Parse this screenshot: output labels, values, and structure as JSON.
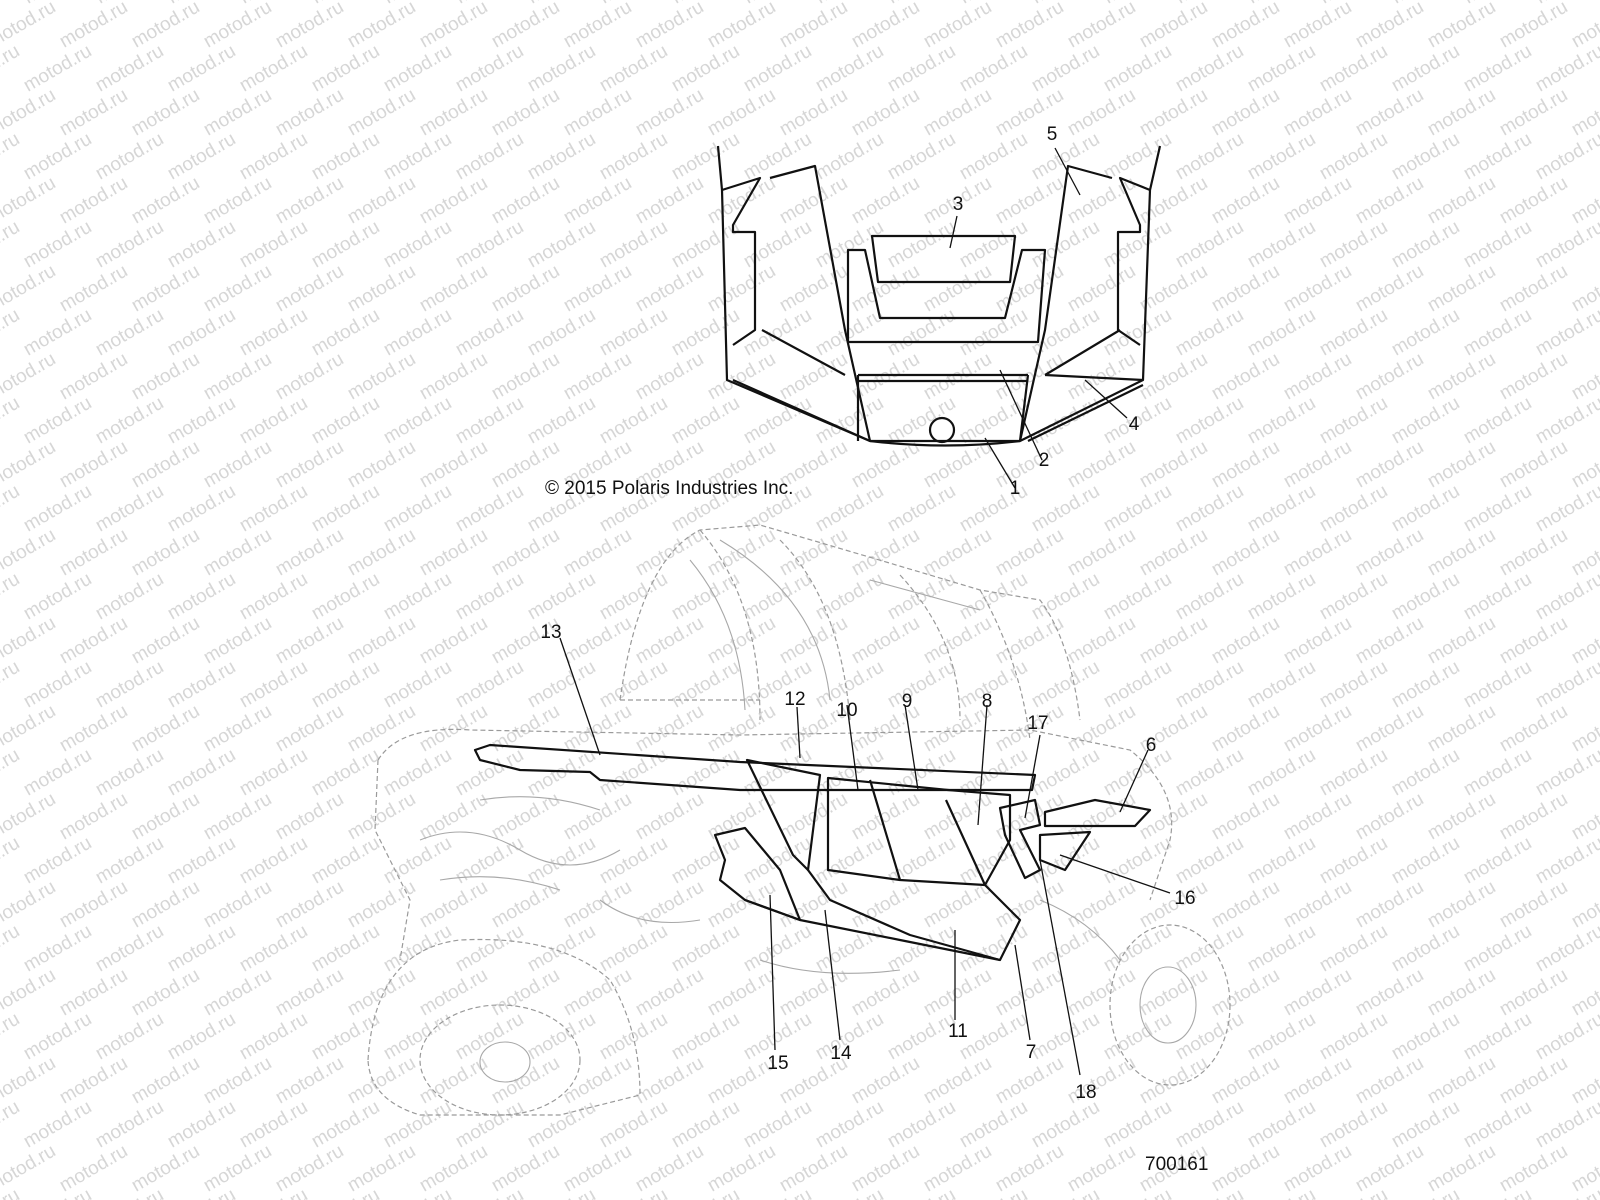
{
  "watermark": {
    "text": "motod.ru"
  },
  "copyright": "© 2015 Polaris Industries Inc.",
  "part_number": "700161",
  "callouts": {
    "c1": "1",
    "c2": "2",
    "c3": "3",
    "c4": "4",
    "c5": "5",
    "c6": "6",
    "c7": "7",
    "c8": "8",
    "c9": "9",
    "c10": "10",
    "c11": "11",
    "c12": "12",
    "c13": "13",
    "c14": "14",
    "c15": "15",
    "c16": "16",
    "c17": "17",
    "c18": "18"
  },
  "colors": {
    "line": "#111111",
    "ghost": "#9a9a9a",
    "watermark": "#d6d6d6"
  }
}
